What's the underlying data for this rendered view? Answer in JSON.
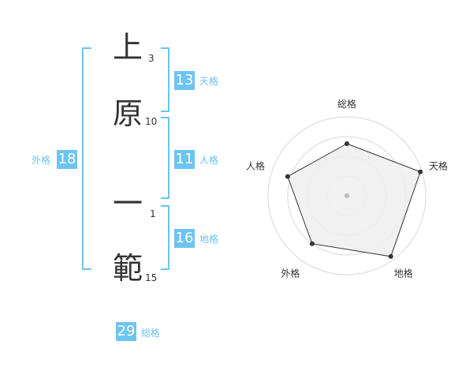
{
  "name": {
    "characters": [
      {
        "char": "上",
        "strokes": "3"
      },
      {
        "char": "原",
        "strokes": "10"
      },
      {
        "char": "一",
        "strokes": "1"
      },
      {
        "char": "範",
        "strokes": "15"
      }
    ]
  },
  "fortunes": {
    "tenkaku": {
      "label": "天格",
      "value": "13"
    },
    "jinkaku": {
      "label": "人格",
      "value": "11"
    },
    "chikaku": {
      "label": "地格",
      "value": "16"
    },
    "gaikaku": {
      "label": "外格",
      "value": "18"
    },
    "soukaku": {
      "label": "総格",
      "value": "29"
    }
  },
  "colors": {
    "accent": "#6cc4f2",
    "text": "#333333",
    "radar_fill": "#eeeeee"
  },
  "chart_data": {
    "type": "radar",
    "axes": [
      "総格",
      "天格",
      "地格",
      "外格",
      "人格"
    ],
    "values": [
      0.66,
      0.98,
      0.95,
      0.75,
      0.79
    ],
    "rings": 4,
    "range": [
      0,
      1
    ]
  }
}
